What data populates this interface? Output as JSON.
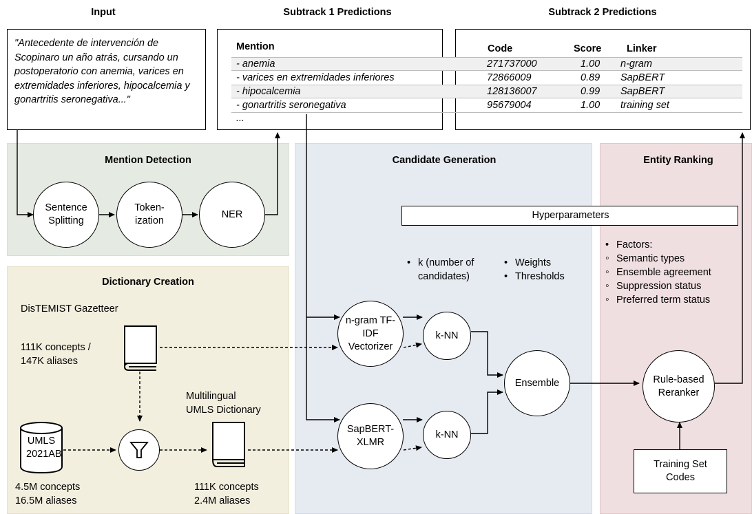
{
  "headers": {
    "input": "Input",
    "subtrack1": "Subtrack 1 Predictions",
    "subtrack2": "Subtrack 2 Predictions"
  },
  "input_text": "\"Antecedente de intervención de Scopinaro un año atrás, cursando un postoperatorio con anemia, varices en extremidades inferiores, hipocalcemia y gonartritis seronegativa...\"",
  "subtrack1": {
    "header": "Mention",
    "mentions": [
      "- anemia",
      "- varices en extremidades inferiores",
      "- hipocalcemia",
      "- gonartritis seronegativa"
    ],
    "ellipsis": "..."
  },
  "subtrack2": {
    "col_code": "Code",
    "col_score": "Score",
    "col_linker": "Linker",
    "rows": [
      {
        "code": "271737000",
        "score": "1.00",
        "linker": "n-gram"
      },
      {
        "code": "72866009",
        "score": "0.89",
        "linker": "SapBERT"
      },
      {
        "code": "128136007",
        "score": "0.99",
        "linker": "SapBERT"
      },
      {
        "code": "95679004",
        "score": "1.00",
        "linker": "training set"
      }
    ]
  },
  "sections": {
    "mention_detection": "Mention Detection",
    "dictionary_creation": "Dictionary Creation",
    "candidate_generation": "Candidate Generation",
    "entity_ranking": "Entity Ranking"
  },
  "nodes": {
    "sentence_splitting": "Sentence Splitting",
    "tokenization": "Token- ization",
    "ner": "NER",
    "ngram_vectorizer": "n-gram TF-IDF Vectorizer",
    "sapbert": "SapBERT- XLMR",
    "knn1": "k-NN",
    "knn2": "k-NN",
    "ensemble": "Ensemble",
    "reranker": "Rule-based Reranker",
    "training_codes": "Training Set Codes",
    "umls": "UMLS 2021AB"
  },
  "hyperparameters": {
    "title": "Hyperparameters",
    "k_line1": "k (number of",
    "k_line2": "candidates)",
    "weights": "Weights",
    "thresholds": "Thresholds"
  },
  "factors": {
    "title": "Factors:",
    "items": [
      "Semantic types",
      "Ensemble agreement",
      "Suppression status",
      "Preferred term status"
    ]
  },
  "dictionary": {
    "gazetteer_title": "DisTEMIST Gazetteer",
    "gazetteer_stats_1": "111K concepts /",
    "gazetteer_stats_2": "147K aliases",
    "multilingual_1": "Multilingual",
    "multilingual_2": "UMLS Dictionary",
    "umls_stats_1": "4.5M concepts",
    "umls_stats_2": "16.5M aliases",
    "multi_stats_1": "111K concepts",
    "multi_stats_2": "2.4M aliases"
  },
  "icons": [
    "book-icon",
    "filter-icon",
    "database-icon"
  ],
  "colors": {
    "mention_detection_bg": "#e5ebe2",
    "dictionary_creation_bg": "#f2efdf",
    "candidate_generation_bg": "#e6eaf1",
    "entity_ranking_bg": "#f0dfe1"
  }
}
